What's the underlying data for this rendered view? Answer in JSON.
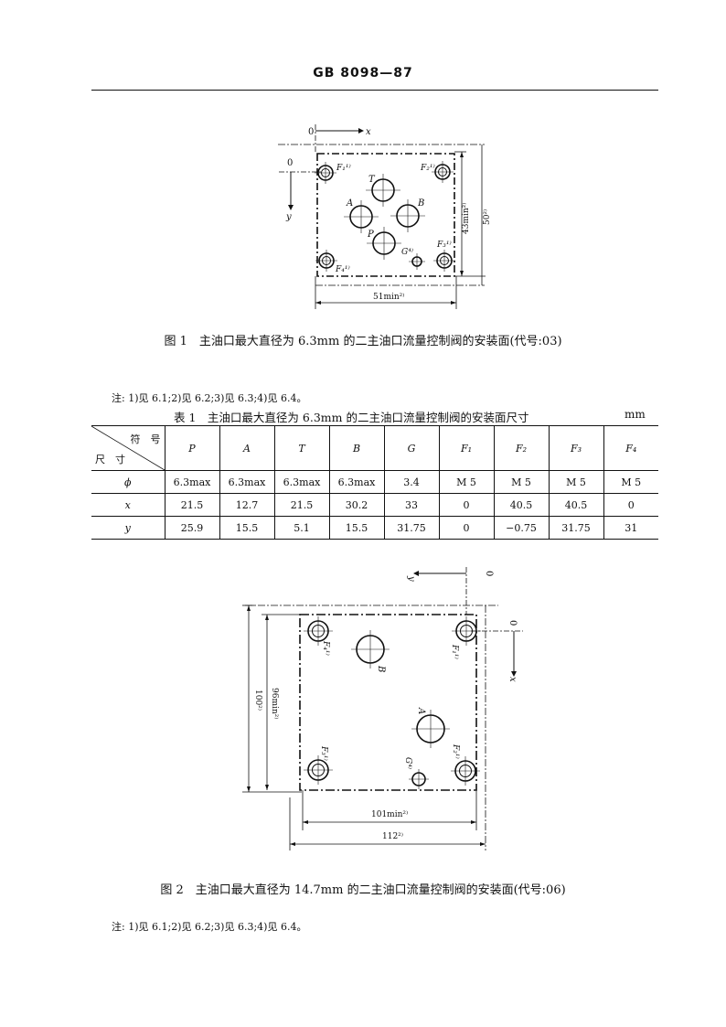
{
  "header": {
    "standard": "GB 8098—87"
  },
  "figure1": {
    "caption": "图 1　主油口最大直径为 6.3mm 的二主油口流量控制阀的安装面(代号:03)",
    "axis_x": "x",
    "axis_y": "y",
    "origin_x": "0",
    "origin_y": "0",
    "labels": {
      "T": "T",
      "A": "A",
      "B": "B",
      "P": "P",
      "G": "G⁴⁾",
      "F1": "F₁¹⁾",
      "F2": "F₂¹⁾",
      "F3": "F₃¹⁾",
      "F4": "F₄¹⁾"
    },
    "dim_width": "51min²⁾",
    "dim_inner_height": "43min²⁾",
    "dim_outer_height": "50²⁾"
  },
  "note1": "注: 1)见 6.1;2)见 6.2;3)见 6.3;4)见 6.4。",
  "table1": {
    "title": "表 1　主油口最大直径为 6.3mm 的二主油口流量控制阀的安装面尺寸",
    "unit": "mm",
    "corner_top": "符　号",
    "corner_bottom": "尺　寸",
    "columns": [
      "P",
      "A",
      "T",
      "B",
      "G",
      "F₁",
      "F₂",
      "F₃",
      "F₄"
    ],
    "rows": [
      {
        "label": "ϕ",
        "values": [
          "6.3max",
          "6.3max",
          "6.3max",
          "6.3max",
          "3.4",
          "M 5",
          "M 5",
          "M 5",
          "M 5"
        ]
      },
      {
        "label": "x",
        "values": [
          "21.5",
          "12.7",
          "21.5",
          "30.2",
          "33",
          "0",
          "40.5",
          "40.5",
          "0"
        ]
      },
      {
        "label": "y",
        "values": [
          "25.9",
          "15.5",
          "5.1",
          "15.5",
          "31.75",
          "0",
          "−0.75",
          "31.75",
          "31"
        ]
      }
    ]
  },
  "figure2": {
    "caption": "图 2　主油口最大直径为 14.7mm 的二主油口流量控制阀的安装面(代号:06)",
    "axis_x": "x",
    "axis_y": "y",
    "origin_x": "0",
    "origin_y": "0",
    "labels": {
      "B": "B",
      "A": "A",
      "G": "G⁴⁾",
      "F1": "F₁¹⁾",
      "F2": "F₂¹⁾",
      "F3": "F₃¹⁾",
      "F4": "F₄¹⁾"
    },
    "dim_inner_width": "101min²⁾",
    "dim_outer_width": "112²⁾",
    "dim_inner_height": "96min²⁾",
    "dim_outer_height": "100²⁾"
  },
  "note2": "注: 1)见 6.1;2)见 6.2;3)见 6.3;4)见 6.4。"
}
